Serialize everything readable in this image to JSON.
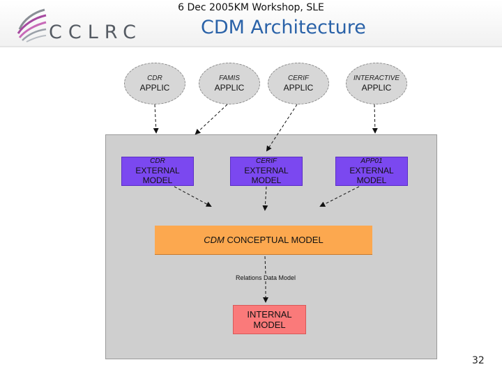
{
  "header": {
    "event": "6 Dec 2005KM Workshop, SLE",
    "title": "CDM Architecture",
    "logo_text": "CCLRC"
  },
  "applications": [
    {
      "name": "CDR",
      "type": "APPLIC"
    },
    {
      "name": "FAMIS",
      "type": "APPLIC"
    },
    {
      "name": "CERIF",
      "type": "APPLIC"
    },
    {
      "name": "INTERACTIVE",
      "type": "APPLIC"
    }
  ],
  "external_models": [
    {
      "name": "CDR",
      "line1": "EXTERNAL",
      "line2": "MODEL"
    },
    {
      "name": "CERIF",
      "line1": "EXTERNAL",
      "line2": "MODEL"
    },
    {
      "name": "APP01",
      "line1": "EXTERNAL",
      "line2": "MODEL"
    }
  ],
  "conceptual": {
    "prefix": "CDM",
    "rest": " CONCEPTUAL MODEL"
  },
  "relation_label": "Relations Data Model",
  "internal": {
    "line1": "INTERNAL",
    "line2": "MODEL"
  },
  "page_number": "32",
  "colors": {
    "title": "#2a62a8",
    "external_model": "#7b48f0",
    "conceptual_model": "#fca84f",
    "internal_model": "#fa7a7a",
    "panel": "#cfcfcf"
  }
}
